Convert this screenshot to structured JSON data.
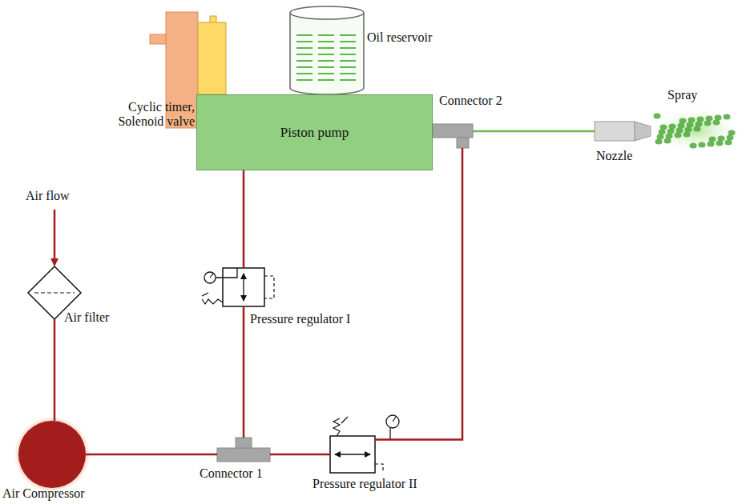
{
  "diagram": {
    "nodes": [
      {
        "text": [
          "Cyclic timer, Solenoid valve"
        ]
      },
      {
        "text": [
          "Oil reservoir"
        ]
      },
      {
        "text": [
          "Piston pump"
        ]
      },
      {
        "text": [
          "Connector 2"
        ]
      },
      {
        "text": [
          "Spray"
        ]
      },
      {
        "text": [
          "Nozzle"
        ]
      },
      {
        "text": [
          "Pressure regulator I"
        ]
      },
      {
        "text": [
          "Air filter"
        ]
      },
      {
        "text": [
          "Air Compressor"
        ]
      },
      {
        "text": [
          "Connector 1"
        ]
      },
      {
        "text": [
          "Pressure regulator II"
        ]
      }
    ],
    "edges": [
      {
        "from": 7,
        "to": 8,
        "arrow": "none"
      },
      {
        "from": 8,
        "to": 9,
        "arrow": "none"
      },
      {
        "from": 9,
        "to": 6,
        "arrow": "none"
      },
      {
        "from": 6,
        "to": 2,
        "arrow": "none"
      },
      {
        "from": 9,
        "to": 10,
        "arrow": "none"
      },
      {
        "from": 10,
        "to": 3,
        "arrow": "none"
      },
      {
        "from": 3,
        "to": 5,
        "arrow": "none"
      }
    ],
    "labels": [
      "Air flow"
    ]
  }
}
